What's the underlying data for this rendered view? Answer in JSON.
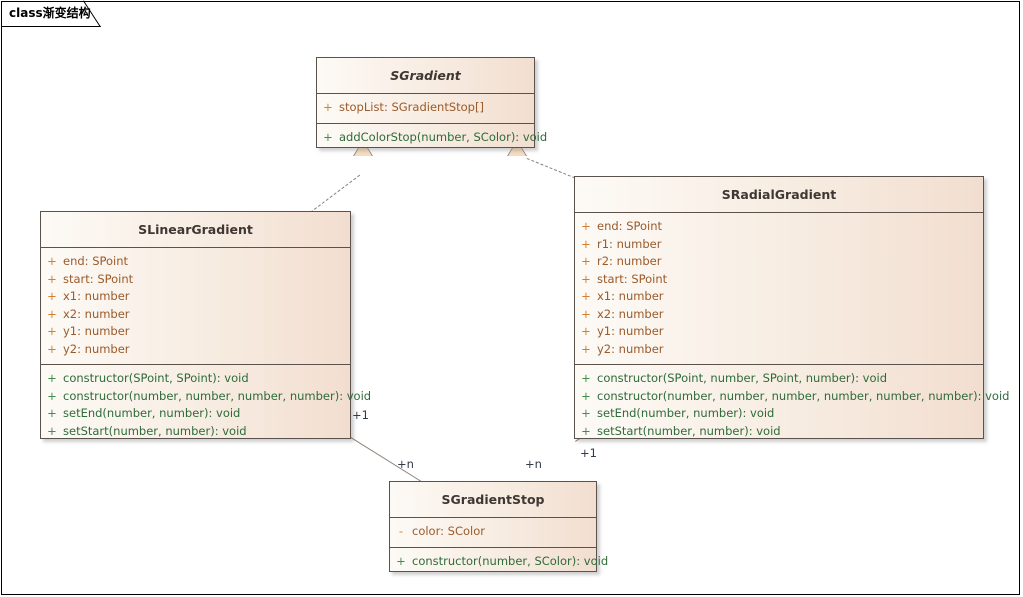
{
  "diagram": {
    "tab_label": "class渐变结构",
    "background": "#ffffff",
    "border_color": "#000000",
    "line_color": "#8a8078",
    "class_border": "#5b524c",
    "attribute_color": "#9b5a2a",
    "operation_color": "#2e6b3a",
    "header_text_color": "#3f3733",
    "fill_gradient_from": "#fdfaf6",
    "fill_gradient_to": "#f2ded0"
  },
  "classes": {
    "sgradient": {
      "name": "SGradient",
      "abstract": true,
      "attributes": [
        {
          "vis": "+",
          "text": "stopList: SGradientStop[]"
        }
      ],
      "operations": [
        {
          "vis": "+",
          "text": "addColorStop(number, SColor): void"
        }
      ]
    },
    "slineargradient": {
      "name": "SLinearGradient",
      "abstract": false,
      "attributes": [
        {
          "vis": "+",
          "text": "end: SPoint"
        },
        {
          "vis": "+",
          "text": "start: SPoint"
        },
        {
          "vis": "+",
          "text": "x1: number"
        },
        {
          "vis": "+",
          "text": "x2: number"
        },
        {
          "vis": "+",
          "text": "y1: number"
        },
        {
          "vis": "+",
          "text": "y2: number"
        }
      ],
      "operations": [
        {
          "vis": "+",
          "text": "constructor(SPoint, SPoint): void"
        },
        {
          "vis": "+",
          "text": "constructor(number, number, number, number): void"
        },
        {
          "vis": "+",
          "text": "setEnd(number, number): void"
        },
        {
          "vis": "+",
          "text": "setStart(number, number): void"
        }
      ]
    },
    "sradialgradient": {
      "name": "SRadialGradient",
      "abstract": false,
      "attributes": [
        {
          "vis": "+",
          "text": "end: SPoint"
        },
        {
          "vis": "+",
          "text": "r1: number"
        },
        {
          "vis": "+",
          "text": "r2: number"
        },
        {
          "vis": "+",
          "text": "start: SPoint"
        },
        {
          "vis": "+",
          "text": "x1: number"
        },
        {
          "vis": "+",
          "text": "x2: number"
        },
        {
          "vis": "+",
          "text": "y1: number"
        },
        {
          "vis": "+",
          "text": "y2: number"
        }
      ],
      "operations": [
        {
          "vis": "+",
          "text": "constructor(SPoint, number, SPoint, number): void"
        },
        {
          "vis": "+",
          "text": "constructor(number, number, number, number, number, number): void"
        },
        {
          "vis": "+",
          "text": "setEnd(number, number): void"
        },
        {
          "vis": "+",
          "text": "setStart(number, number): void"
        }
      ]
    },
    "sgradientstop": {
      "name": "SGradientStop",
      "abstract": false,
      "attributes": [
        {
          "vis": "-",
          "text": "color: SColor"
        }
      ],
      "operations": [
        {
          "vis": "+",
          "text": "constructor(number, SColor): void"
        }
      ]
    }
  },
  "relationships": {
    "realization_linear": {
      "from": "SLinearGradient",
      "to": "SGradient",
      "style": "dashed",
      "arrow": "hollow-triangle"
    },
    "realization_radial": {
      "from": "SRadialGradient",
      "to": "SGradient",
      "style": "dashed",
      "arrow": "hollow-triangle"
    },
    "assoc_linear_stop": {
      "from": "SLinearGradient",
      "to": "SGradientStop",
      "style": "solid",
      "source_multiplicity": "+1",
      "target_multiplicity": "+n"
    },
    "assoc_radial_stop": {
      "from": "SRadialGradient",
      "to": "SGradientStop",
      "style": "solid",
      "source_multiplicity": "+1",
      "target_multiplicity": "+n"
    }
  }
}
